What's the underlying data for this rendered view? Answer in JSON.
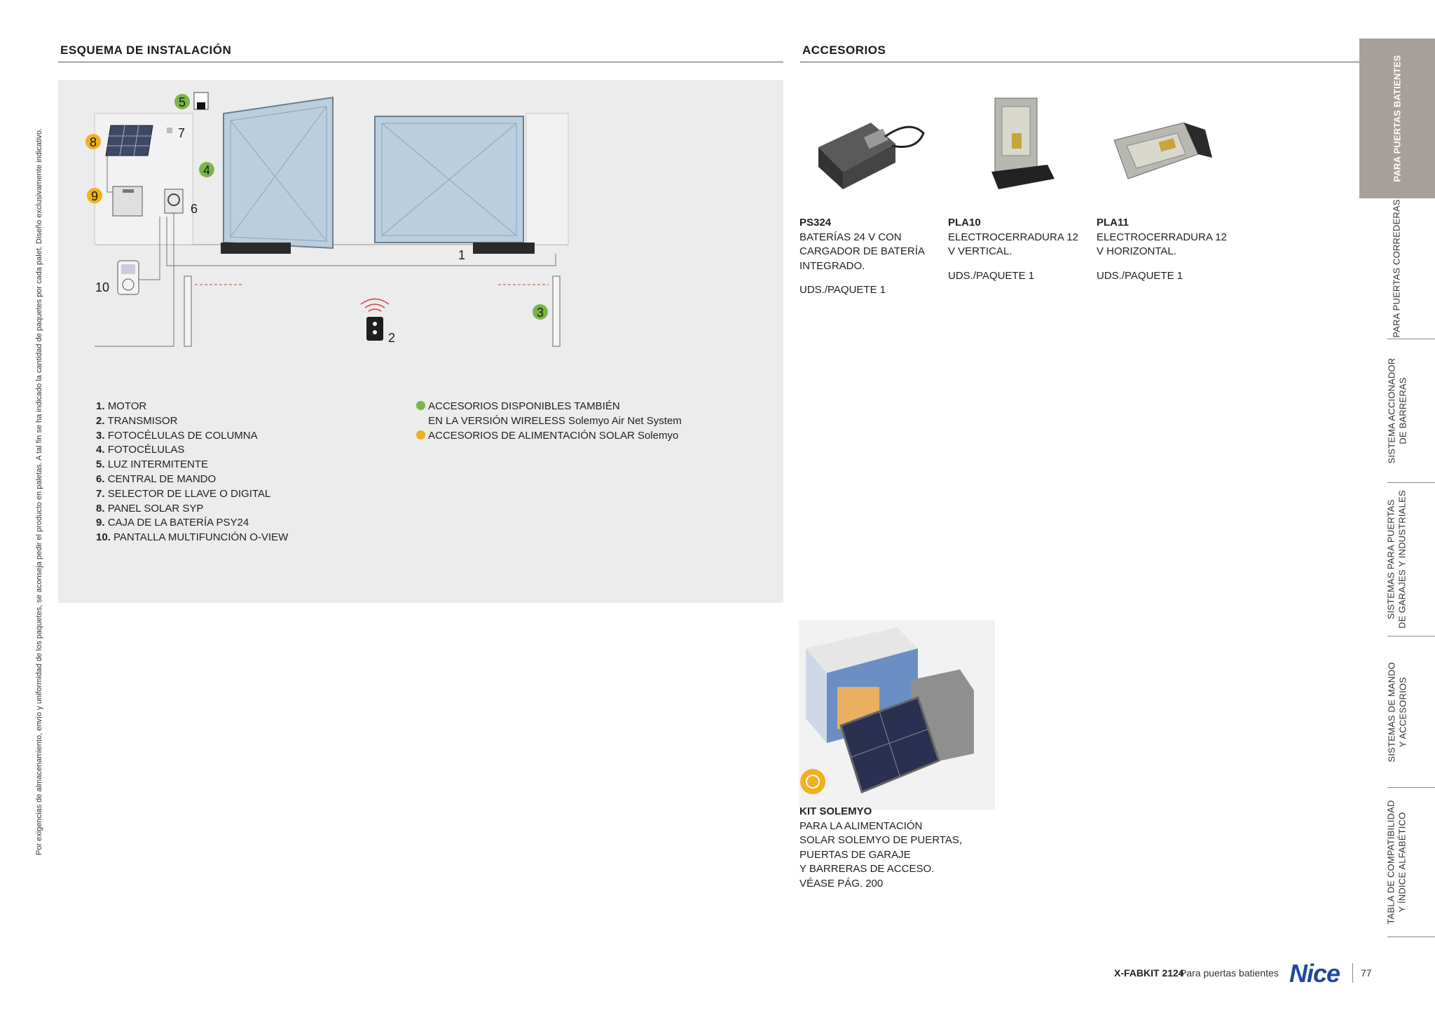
{
  "side_note": "Por exigencias de almacenamiento, envío y uniformidad de los paquetes, se aconseja pedir el producto en paletas. A tal fin se ha indicado la cantidad de paquetes por cada palet. Diseño exclusivamente indicativo.",
  "installation": {
    "title": "ESQUEMA DE INSTALACIÓN",
    "diagram_labels": [
      "1",
      "2",
      "3",
      "4",
      "5",
      "6",
      "7",
      "8",
      "9",
      "10"
    ],
    "legend": [
      {
        "num": "1.",
        "text": "MOTOR"
      },
      {
        "num": "2.",
        "text": "TRANSMISOR"
      },
      {
        "num": "3.",
        "text": "FOTOCÉLULAS DE COLUMNA"
      },
      {
        "num": "4.",
        "text": "FOTOCÉLULAS"
      },
      {
        "num": "5.",
        "text": "LUZ INTERMITENTE"
      },
      {
        "num": "6.",
        "text": "CENTRAL DE MANDO"
      },
      {
        "num": "7.",
        "text": "SELECTOR DE LLAVE O DIGITAL"
      },
      {
        "num": "8.",
        "text": "PANEL SOLAR SYP"
      },
      {
        "num": "9.",
        "text": "CAJA DE LA BATERÍA PSY24"
      },
      {
        "num": "10.",
        "text": "PANTALLA MULTIFUNCIÓN O-VIEW"
      }
    ],
    "notes": {
      "green_line1": "ACCESORIOS DISPONIBLES TAMBIÉN",
      "green_line2": "EN LA VERSIÓN WIRELESS Solemyo Air Net System",
      "yellow_line": "ACCESORIOS DE ALIMENTACIÓN SOLAR Solemyo"
    },
    "colors": {
      "green": "#7ab648",
      "yellow": "#f2b01e"
    }
  },
  "accessories": {
    "title": "ACCESORIOS",
    "items": [
      {
        "code": "PS324",
        "desc": "BATERÍAS 24 V CON CARGADOR DE BATERÍA INTEGRADO.",
        "qty": "UDS./PAQUETE 1"
      },
      {
        "code": "PLA10",
        "desc": "ELECTROCERRADURA 12 V VERTICAL.",
        "qty": "UDS./PAQUETE 1"
      },
      {
        "code": "PLA11",
        "desc": "ELECTROCERRADURA 12 V HORIZONTAL.",
        "qty": "UDS./PAQUETE 1"
      }
    ],
    "kit": {
      "code": "KIT SOLEMYO",
      "lines": [
        "PARA LA ALIMENTACIÓN",
        "SOLAR SOLEMYO DE PUERTAS,",
        "PUERTAS DE GARAJE",
        "Y BARRERAS DE ACCESO.",
        "VÉASE PÁG. 200"
      ]
    }
  },
  "tabs": [
    {
      "label": "PARA PUERTAS BATIENTES",
      "active": true
    },
    {
      "label": "PARA PUERTAS CORREDERAS",
      "active": false
    },
    {
      "label": "SISTEMA ACCIONADOR DE BARRERAS",
      "active": false
    },
    {
      "label": "SISTEMAS PARA PUERTAS DE GARAJES Y INDUSTRIALES",
      "active": false
    },
    {
      "label": "SISTEMAS DE MANDO Y ACCESORIOS",
      "active": false
    },
    {
      "label": "TABLA DE COMPATIBILIDAD Y ÍNDICE ALFABÉTICO",
      "active": false
    }
  ],
  "tab_lines": [
    [
      "PARA PUERTAS BATIENTES"
    ],
    [
      "PARA PUERTAS CORREDERAS"
    ],
    [
      "SISTEMA ACCIONADOR",
      "DE BARRERAS"
    ],
    [
      "SISTEMAS PARA PUERTAS",
      "DE GARAJES Y INDUSTRIALES"
    ],
    [
      "SISTEMAS DE MANDO",
      "Y ACCESORIOS"
    ],
    [
      "TABLA DE COMPATIBILIDAD",
      "Y ÍNDICE ALFABÉTICO"
    ]
  ],
  "footer": {
    "product": "X-FABKIT 2124",
    "description": "Para puertas batientes",
    "logo": "Nice",
    "page": "77"
  }
}
